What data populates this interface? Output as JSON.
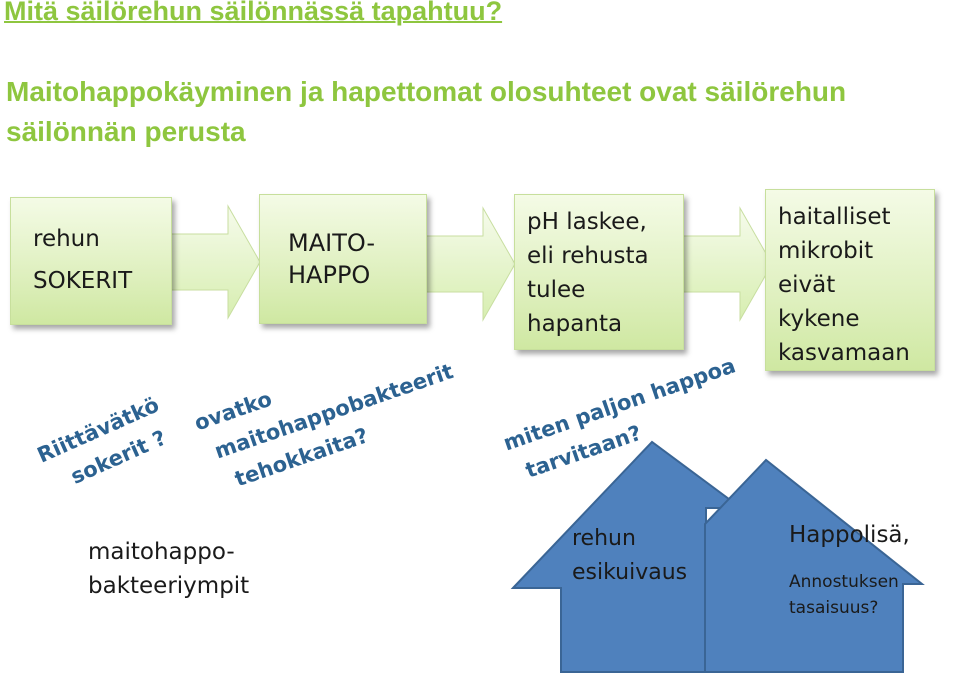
{
  "title": "Mitä säilörehun säilönnässä tapahtuu?",
  "subtitle": "Maitohappokäyminen ja hapettomat olosuhteet ovat säilörehun säilönnän perusta",
  "colors": {
    "title_green": "#8ec63f",
    "box_fill": "#dff0bf",
    "question_blue": "#2c6291",
    "arrow_blue": "#4f81bd"
  },
  "flow": {
    "box1": [
      "rehun",
      "SOKERIT"
    ],
    "box2": [
      "MAITO-",
      "HAPPO"
    ],
    "box3": [
      "pH laskee,",
      "eli rehusta",
      "tulee",
      "hapanta"
    ],
    "box4": [
      "haitalliset",
      "mikrobit",
      "eivät",
      "kykene",
      "kasvamaan"
    ]
  },
  "questions": {
    "q1": [
      "Riittävätkö",
      "sokerit ?"
    ],
    "q2": [
      "ovatko",
      "maitohappobakteerit",
      "tehokkaita?"
    ],
    "q3": [
      "miten paljon happoa",
      "tarvitaan?"
    ]
  },
  "bottom": {
    "bacteria": [
      "maitohappo-",
      "bakteeriympit"
    ],
    "prewilt": [
      "rehun",
      "esikuivaus"
    ],
    "acid_title": "Happolisä,",
    "acid_note": [
      "Annostuksen",
      "tasaisuus?"
    ]
  }
}
